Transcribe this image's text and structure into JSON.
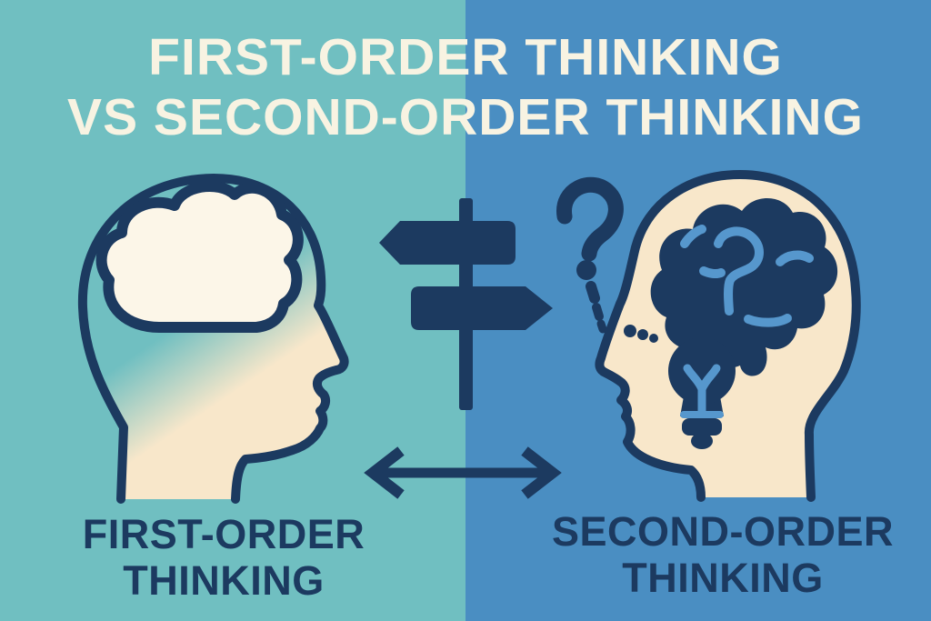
{
  "title": {
    "line1": "FIRST-ORDER THINKING",
    "line2": "VS SECOND-ORDER THINKING"
  },
  "left_panel": {
    "label_line1": "FIRST-ORDER",
    "label_line2": "THINKING",
    "icons": [
      "head-profile-facing-right",
      "thought-cloud"
    ]
  },
  "right_panel": {
    "label_line1": "SECOND-ORDER",
    "label_line2": "THINKING",
    "icons": [
      "head-profile-facing-left",
      "brain",
      "lightbulb",
      "thinking-dots"
    ]
  },
  "center": {
    "icons": [
      "signpost-two-directions",
      "question-mark-with-dotted-trail",
      "double-headed-arrow"
    ]
  },
  "colors": {
    "teal_bg": "#70bfc1",
    "blue_bg": "#4a8ec2",
    "navy": "#1c3a60",
    "cream_text": "#f8f3e2",
    "skin": "#f8e7ca",
    "cloud_white": "#fcf6e8",
    "light_blue_detail": "#5697cd"
  }
}
